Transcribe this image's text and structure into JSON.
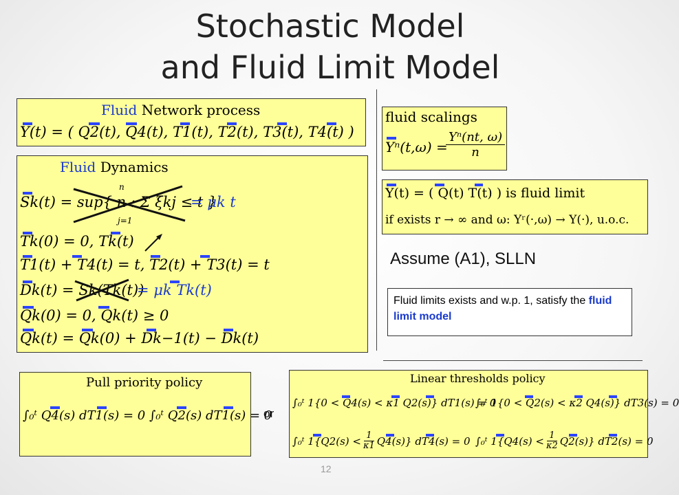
{
  "slide": {
    "title_line1": "Stochastic Model",
    "title_line2": "and Fluid Limit Model",
    "page_number": "12"
  },
  "network_box": {
    "heading_fluid": "Fluid",
    "heading_rest": "Network process",
    "equation": "Y(t) = ( Q2(t),  Q4(t),  T1(t),  T2(t),  T3(t),  T4(t) )"
  },
  "dynamics_box": {
    "heading_fluid": "Fluid",
    "heading_rest": "Dynamics",
    "line1_left": "Sk(t) = sup{ n : Σ ξkj ≤ t }",
    "line1_right": "= μk t",
    "sum_top": "n",
    "sum_bottom": "j=1",
    "line2": "Tk(0) = 0,      Tk(t)",
    "line3": "T1(t) + T4(t) = t,  T2(t) + T3(t) = t",
    "line4_left": "Dk(t) = Sk(Tk(t))",
    "line4_right": "= μk Tk(t)",
    "line5": "Qk(0) = 0,  Qk(t) ≥ 0",
    "line6": "Qk(t) = Qk(0) + Dk−1(t) − Dk(t)"
  },
  "scaling_box": {
    "heading": "fluid scalings",
    "lhs": "Yⁿ(t,ω) =",
    "numerator": "Yⁿ(nt, ω)",
    "denominator": "n"
  },
  "fluid_limit_box": {
    "line1": "Y(t) = ( Q(t)   T(t) )  is fluid limit",
    "line2": "if exists r → ∞ and ω:  Yʳ(·,ω) → Y(·),   u.o.c."
  },
  "assume_text": "Assume (A1), SLLN",
  "note": {
    "text_plain": "Fluid limits exists and w.p. 1, satisfy the",
    "text_emph": "fluid limit model"
  },
  "pull_box": {
    "heading": "Pull priority policy",
    "eq1": "∫₀ᵗ Q4(s) dT1(s) = 0",
    "eq2": "∫₀ᵗ Q2(s) dT1(s) = 0"
  },
  "or_text": "or",
  "linear_box": {
    "heading": "Linear thresholds policy",
    "eq1": "∫₀ᵗ 1{0 < Q4(s) < κ1 Q2(s)} dT1(s) = 0",
    "eq2": "∫₀ᵗ 1{0 < Q2(s) < κ2 Q4(s)} dT3(s) = 0",
    "eq3_pre": "∫₀ᵗ 1{Q2(s) <",
    "eq3_frac_num": "1",
    "eq3_frac_den": "κ1",
    "eq3_post": "Q4(s)} dT4(s) = 0",
    "eq4_pre": "∫₀ᵗ 1{Q4(s) <",
    "eq4_frac_num": "1",
    "eq4_frac_den": "κ2",
    "eq4_post": "Q2(s)} dT2(s) = 0"
  },
  "colors": {
    "box_fill": "#ffff99",
    "overbar_blue": "#2b44ff",
    "emphasis_blue": "#1a3acc"
  }
}
